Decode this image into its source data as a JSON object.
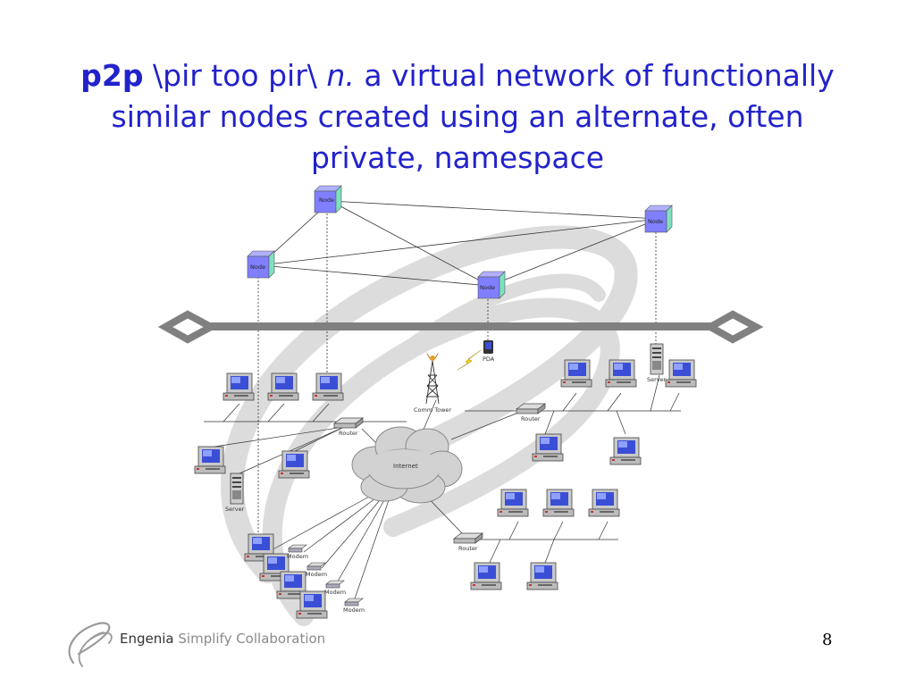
{
  "title": {
    "term": "p2p",
    "pronunciation": "\\pir too pir\\",
    "part_of_speech": "n.",
    "definition": "a virtual network of functionally similar nodes created using an alternate, often private, namespace"
  },
  "diagram": {
    "node_label": "Node",
    "pda_label": "PDA",
    "tower_label": "Comm  Tower",
    "router_label": "Router",
    "internet_label": "Internet",
    "server_label": "Server",
    "modem_label": "Modem",
    "colors": {
      "node": "#8080ff",
      "node_side": "#7fe0c0",
      "backbone": "#808080",
      "swirl": "#dcdcdc"
    }
  },
  "footer": {
    "brand": "Engenia",
    "tagline": "Simplify Collaboration",
    "page_number": "8"
  }
}
